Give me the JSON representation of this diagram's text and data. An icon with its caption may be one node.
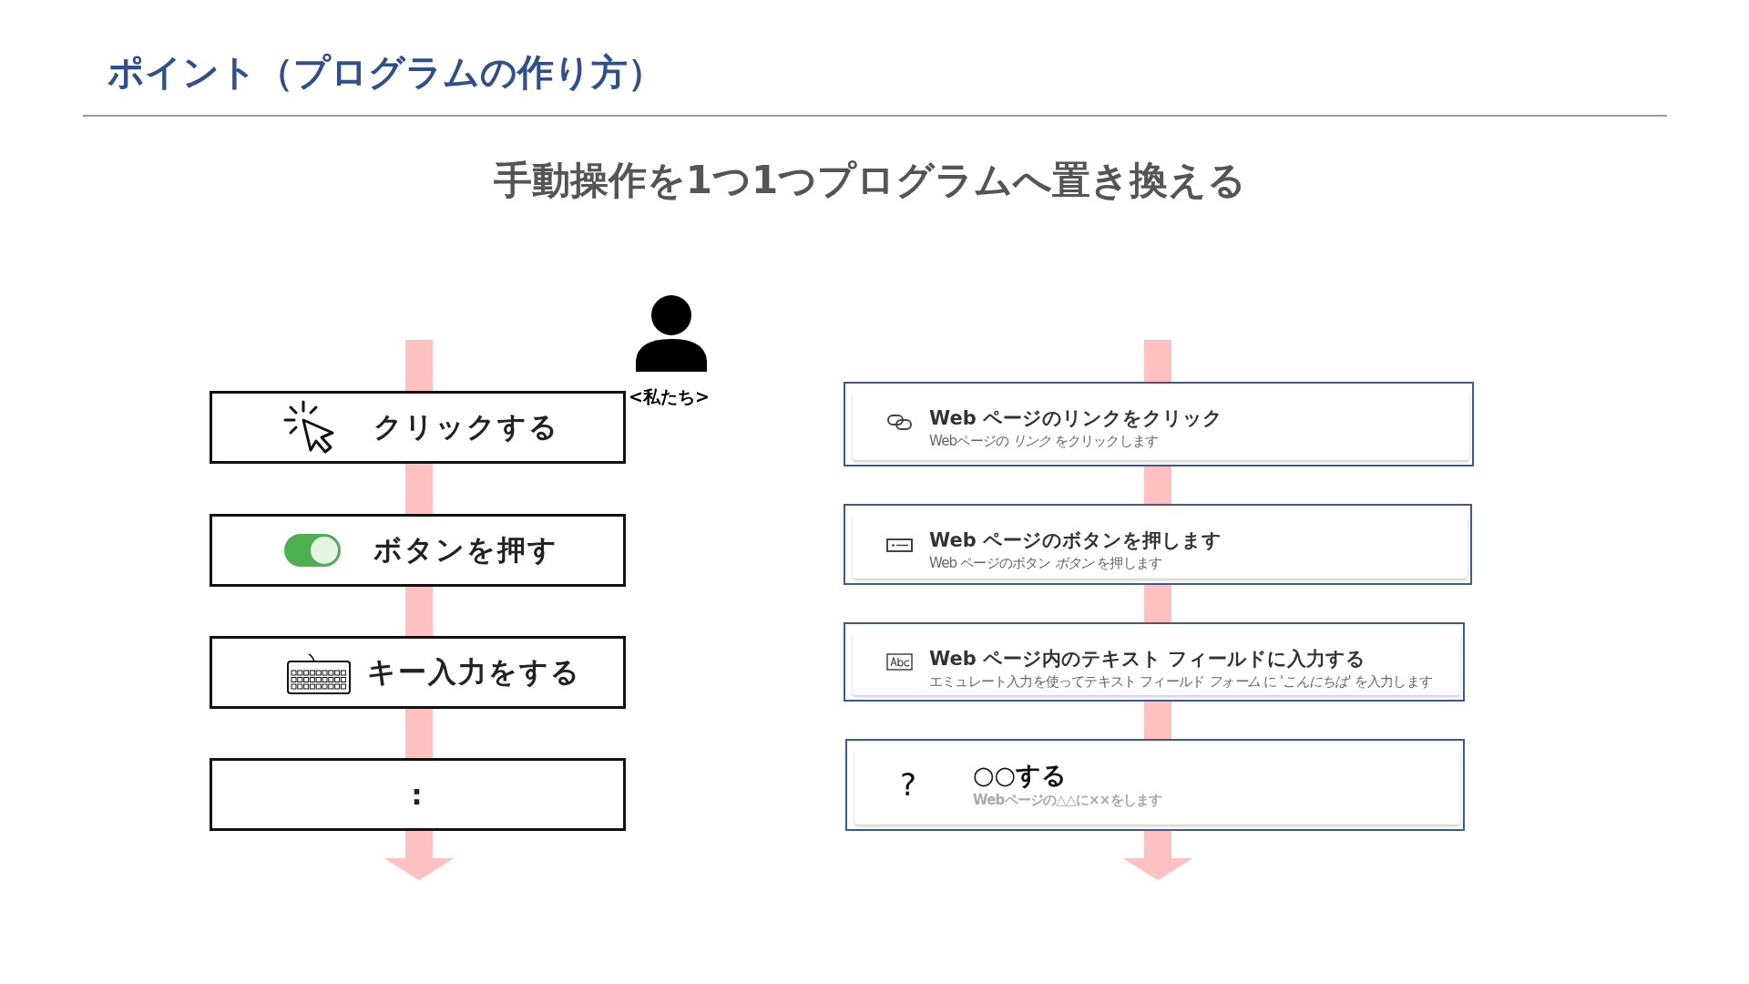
{
  "diagram": {
    "title": "ポイント（プログラムの作り方）",
    "nodes": [
      {
        "text": [
          "クリックする"
        ]
      },
      {
        "text": [
          "ボタンを押す"
        ]
      },
      {
        "text": [
          "キー入力をする"
        ]
      },
      {
        "text": [
          ":"
        ]
      },
      {
        "text": [
          "Web ページのリンクをクリック",
          "Webページの *リンク* をクリックします"
        ]
      },
      {
        "text": [
          "Web ページのボタンを押します",
          "Web ページのボタン *ボタン* を押します"
        ]
      },
      {
        "text": [
          "Web ページ内のテキスト フィールドに入力する",
          "エミュレート入力を使ってテキスト フィールド *フォーム* に *'こんにちは'* を入力します"
        ]
      },
      {
        "text": [
          "?",
          "○○する",
          "Webページの△△に××をします"
        ]
      }
    ],
    "edges": [
      {
        "from": null,
        "to": 0,
        "arrow": "none"
      },
      {
        "from": 0,
        "to": 1,
        "arrow": "none"
      },
      {
        "from": 1,
        "to": 2,
        "arrow": "none"
      },
      {
        "from": 2,
        "to": 3,
        "arrow": "none"
      },
      {
        "from": 3,
        "to": null,
        "arrow": "to"
      },
      {
        "from": null,
        "to": 4,
        "arrow": "none"
      },
      {
        "from": 4,
        "to": 5,
        "arrow": "none"
      },
      {
        "from": 5,
        "to": 6,
        "arrow": "none"
      },
      {
        "from": 6,
        "to": 7,
        "arrow": "none"
      },
      {
        "from": 7,
        "to": null,
        "arrow": "to"
      }
    ],
    "labels": [
      "手動操作を1つ1つプログラムへ置き換える",
      "<私たち>"
    ]
  }
}
